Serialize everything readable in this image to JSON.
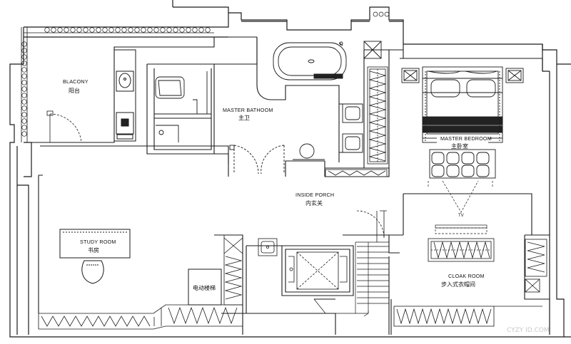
{
  "plan": {
    "rooms": {
      "balcony": {
        "en": "BLACONY",
        "zh": "阳台"
      },
      "master_bathroom": {
        "en": "MASTER BATHOOM",
        "zh": "主卫"
      },
      "master_bedroom": {
        "en": "MASTER BEDROOM",
        "zh": "主卧室"
      },
      "inside_porch": {
        "en": "INSIDE PORCH",
        "zh": "内玄关"
      },
      "study_room": {
        "en": "STUDY ROOM",
        "zh": "书房"
      },
      "cloak_room": {
        "en": "CLOAK ROOM",
        "zh": "步入式衣帽间"
      },
      "elevator": {
        "zh": "电动楼梯"
      }
    },
    "tv_label": "TV",
    "watermark": "CYZY ID.COM"
  },
  "colors": {
    "line": "#1a1a1a",
    "background": "#ffffff",
    "fill_dark": "#222222"
  }
}
